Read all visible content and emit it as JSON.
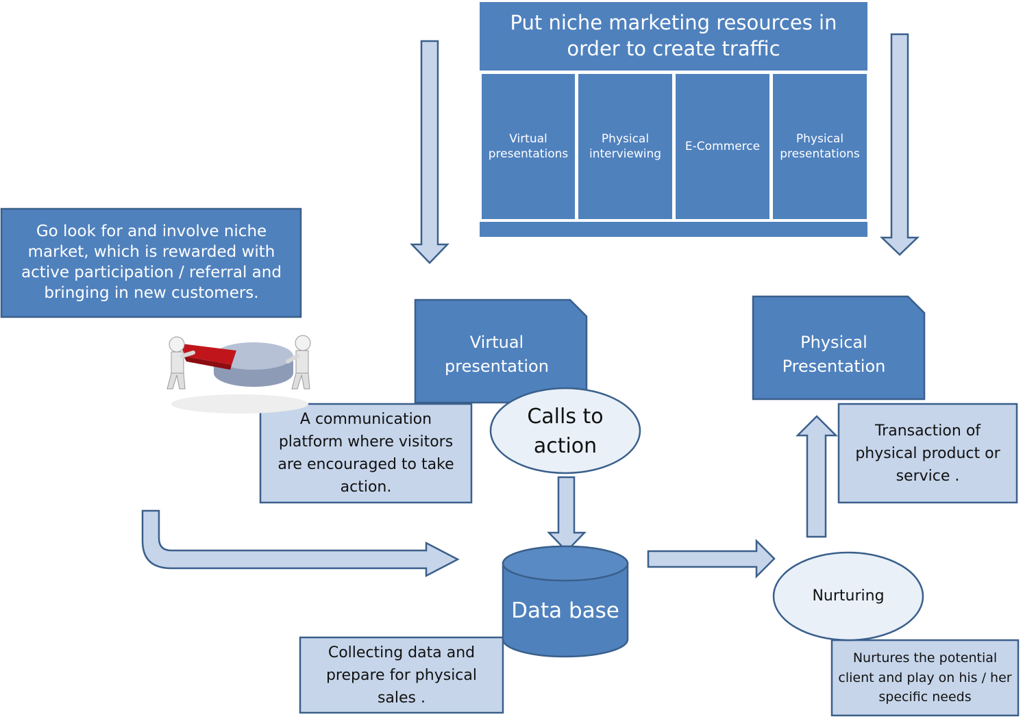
{
  "top_box": {
    "title": "Put niche marketing resources in order to create traffic",
    "cells": [
      "Virtual presentations",
      "Physical interviewing",
      "E-Commerce",
      "Physical presentations"
    ]
  },
  "left_box": {
    "text": "Go look for and involve niche market, which is rewarded with active participation / referral and bringing in new customers."
  },
  "illustration": {
    "icon": "pie-chart-figures-icon"
  },
  "virtual_presentation": {
    "title": "Virtual presentation",
    "note": "A communication platform where visitors are encouraged to take action."
  },
  "calls_to_action": {
    "label": "Calls to action"
  },
  "database": {
    "label": "Data base",
    "note": "Collecting data and prepare for physical sales ."
  },
  "physical_presentation": {
    "title": "Physical Presentation",
    "note": "Transaction  of physical product or service ."
  },
  "nurturing": {
    "label": "Nurturing",
    "note": "Nurtures the potential client and play on his / her specific needs"
  },
  "colors": {
    "blue": "#4F81BD",
    "light_blue": "#C6D5EA",
    "outline": "#3A5F8B"
  }
}
